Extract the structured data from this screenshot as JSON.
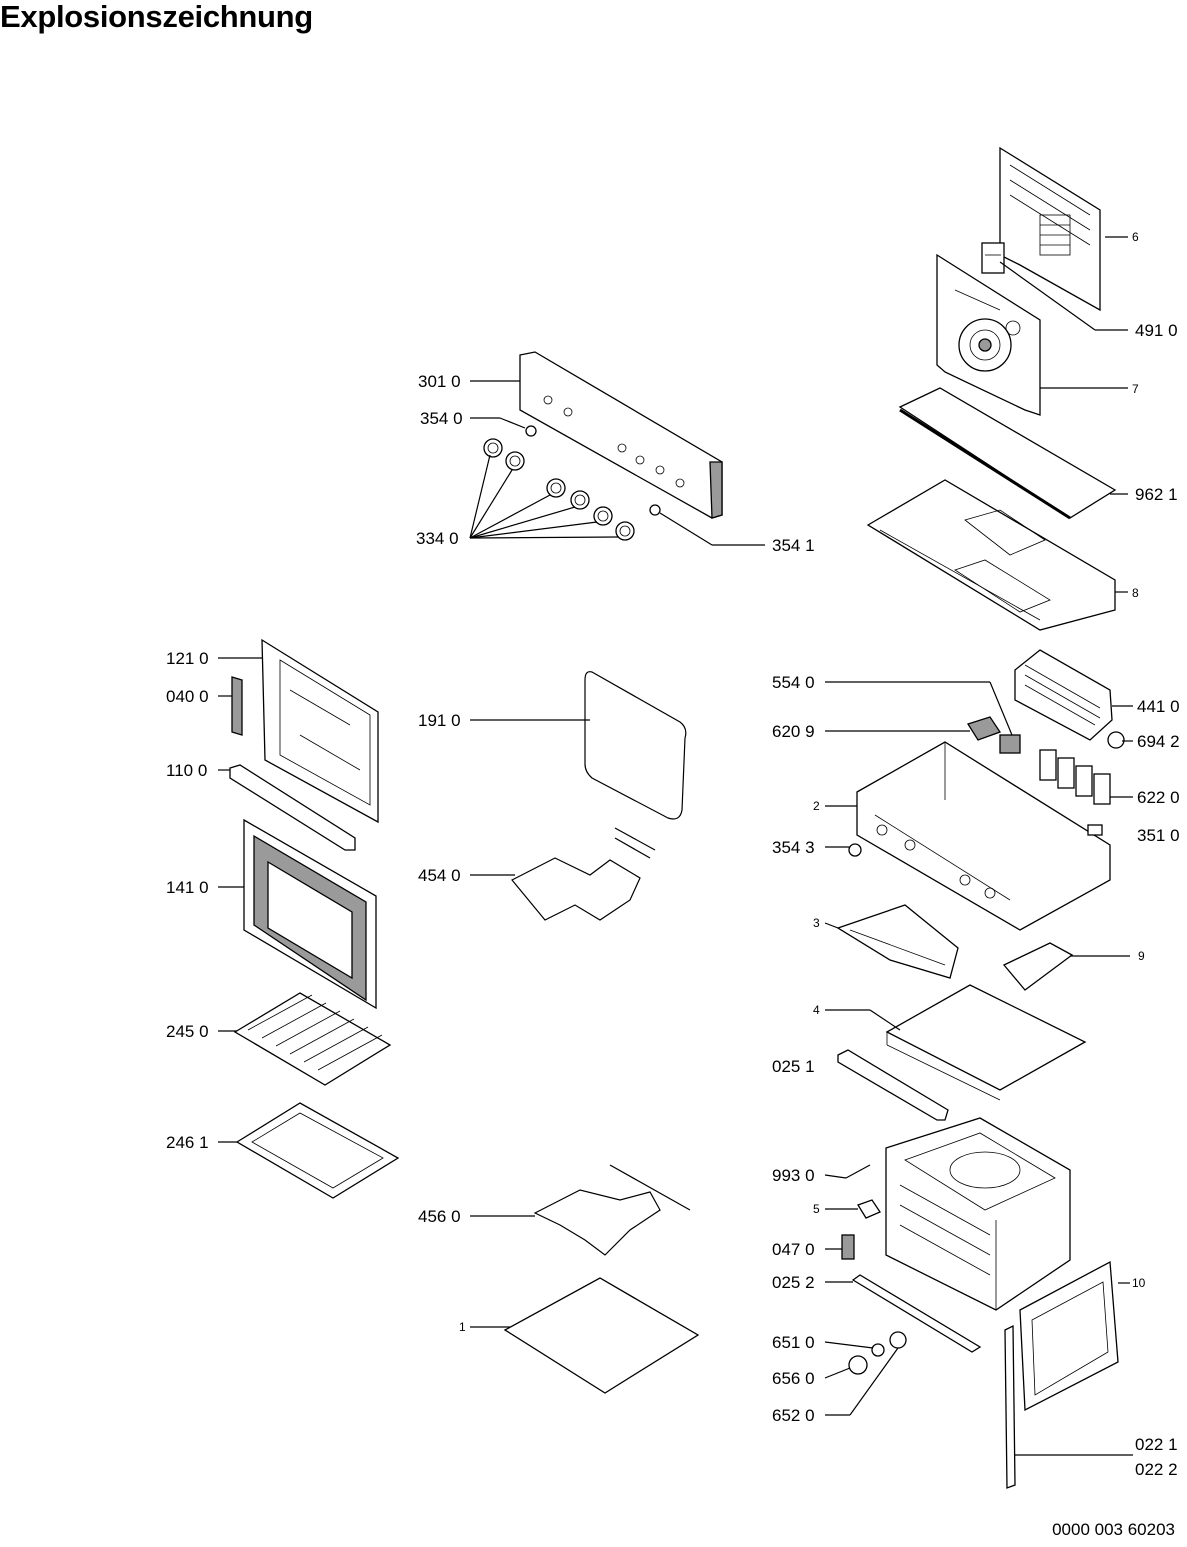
{
  "title": "Explosionszeichnung",
  "document_number": "0000 003 60203",
  "labels": {
    "p6": "6",
    "p4910": "491 0",
    "p7": "7",
    "p9621": "962 1",
    "p8": "8",
    "p3010": "301 0",
    "p3540": "354 0",
    "p3340": "334 0",
    "p3541": "354 1",
    "p1210": "121 0",
    "p0400": "040 0",
    "p1100": "110 0",
    "p1410": "141 0",
    "p2450": "245 0",
    "p2461": "246 1",
    "p1910": "191 0",
    "p4540": "454 0",
    "p4560": "456 0",
    "p1": "1",
    "p5540": "554 0",
    "p4410": "441 0",
    "p6209": "620 9",
    "p6942": "694 2",
    "p6220": "622 0",
    "p2": "2",
    "p3510": "351 0",
    "p3543": "354 3",
    "p3": "3",
    "p9": "9",
    "p4": "4",
    "p0251": "025 1",
    "p9930": "993 0",
    "p5": "5",
    "p0470": "047 0",
    "p0252": "025 2",
    "p10": "10",
    "p6510": "651 0",
    "p6560": "656 0",
    "p6520": "652 0",
    "p0221": "022 1",
    "p0222": "022 2"
  }
}
